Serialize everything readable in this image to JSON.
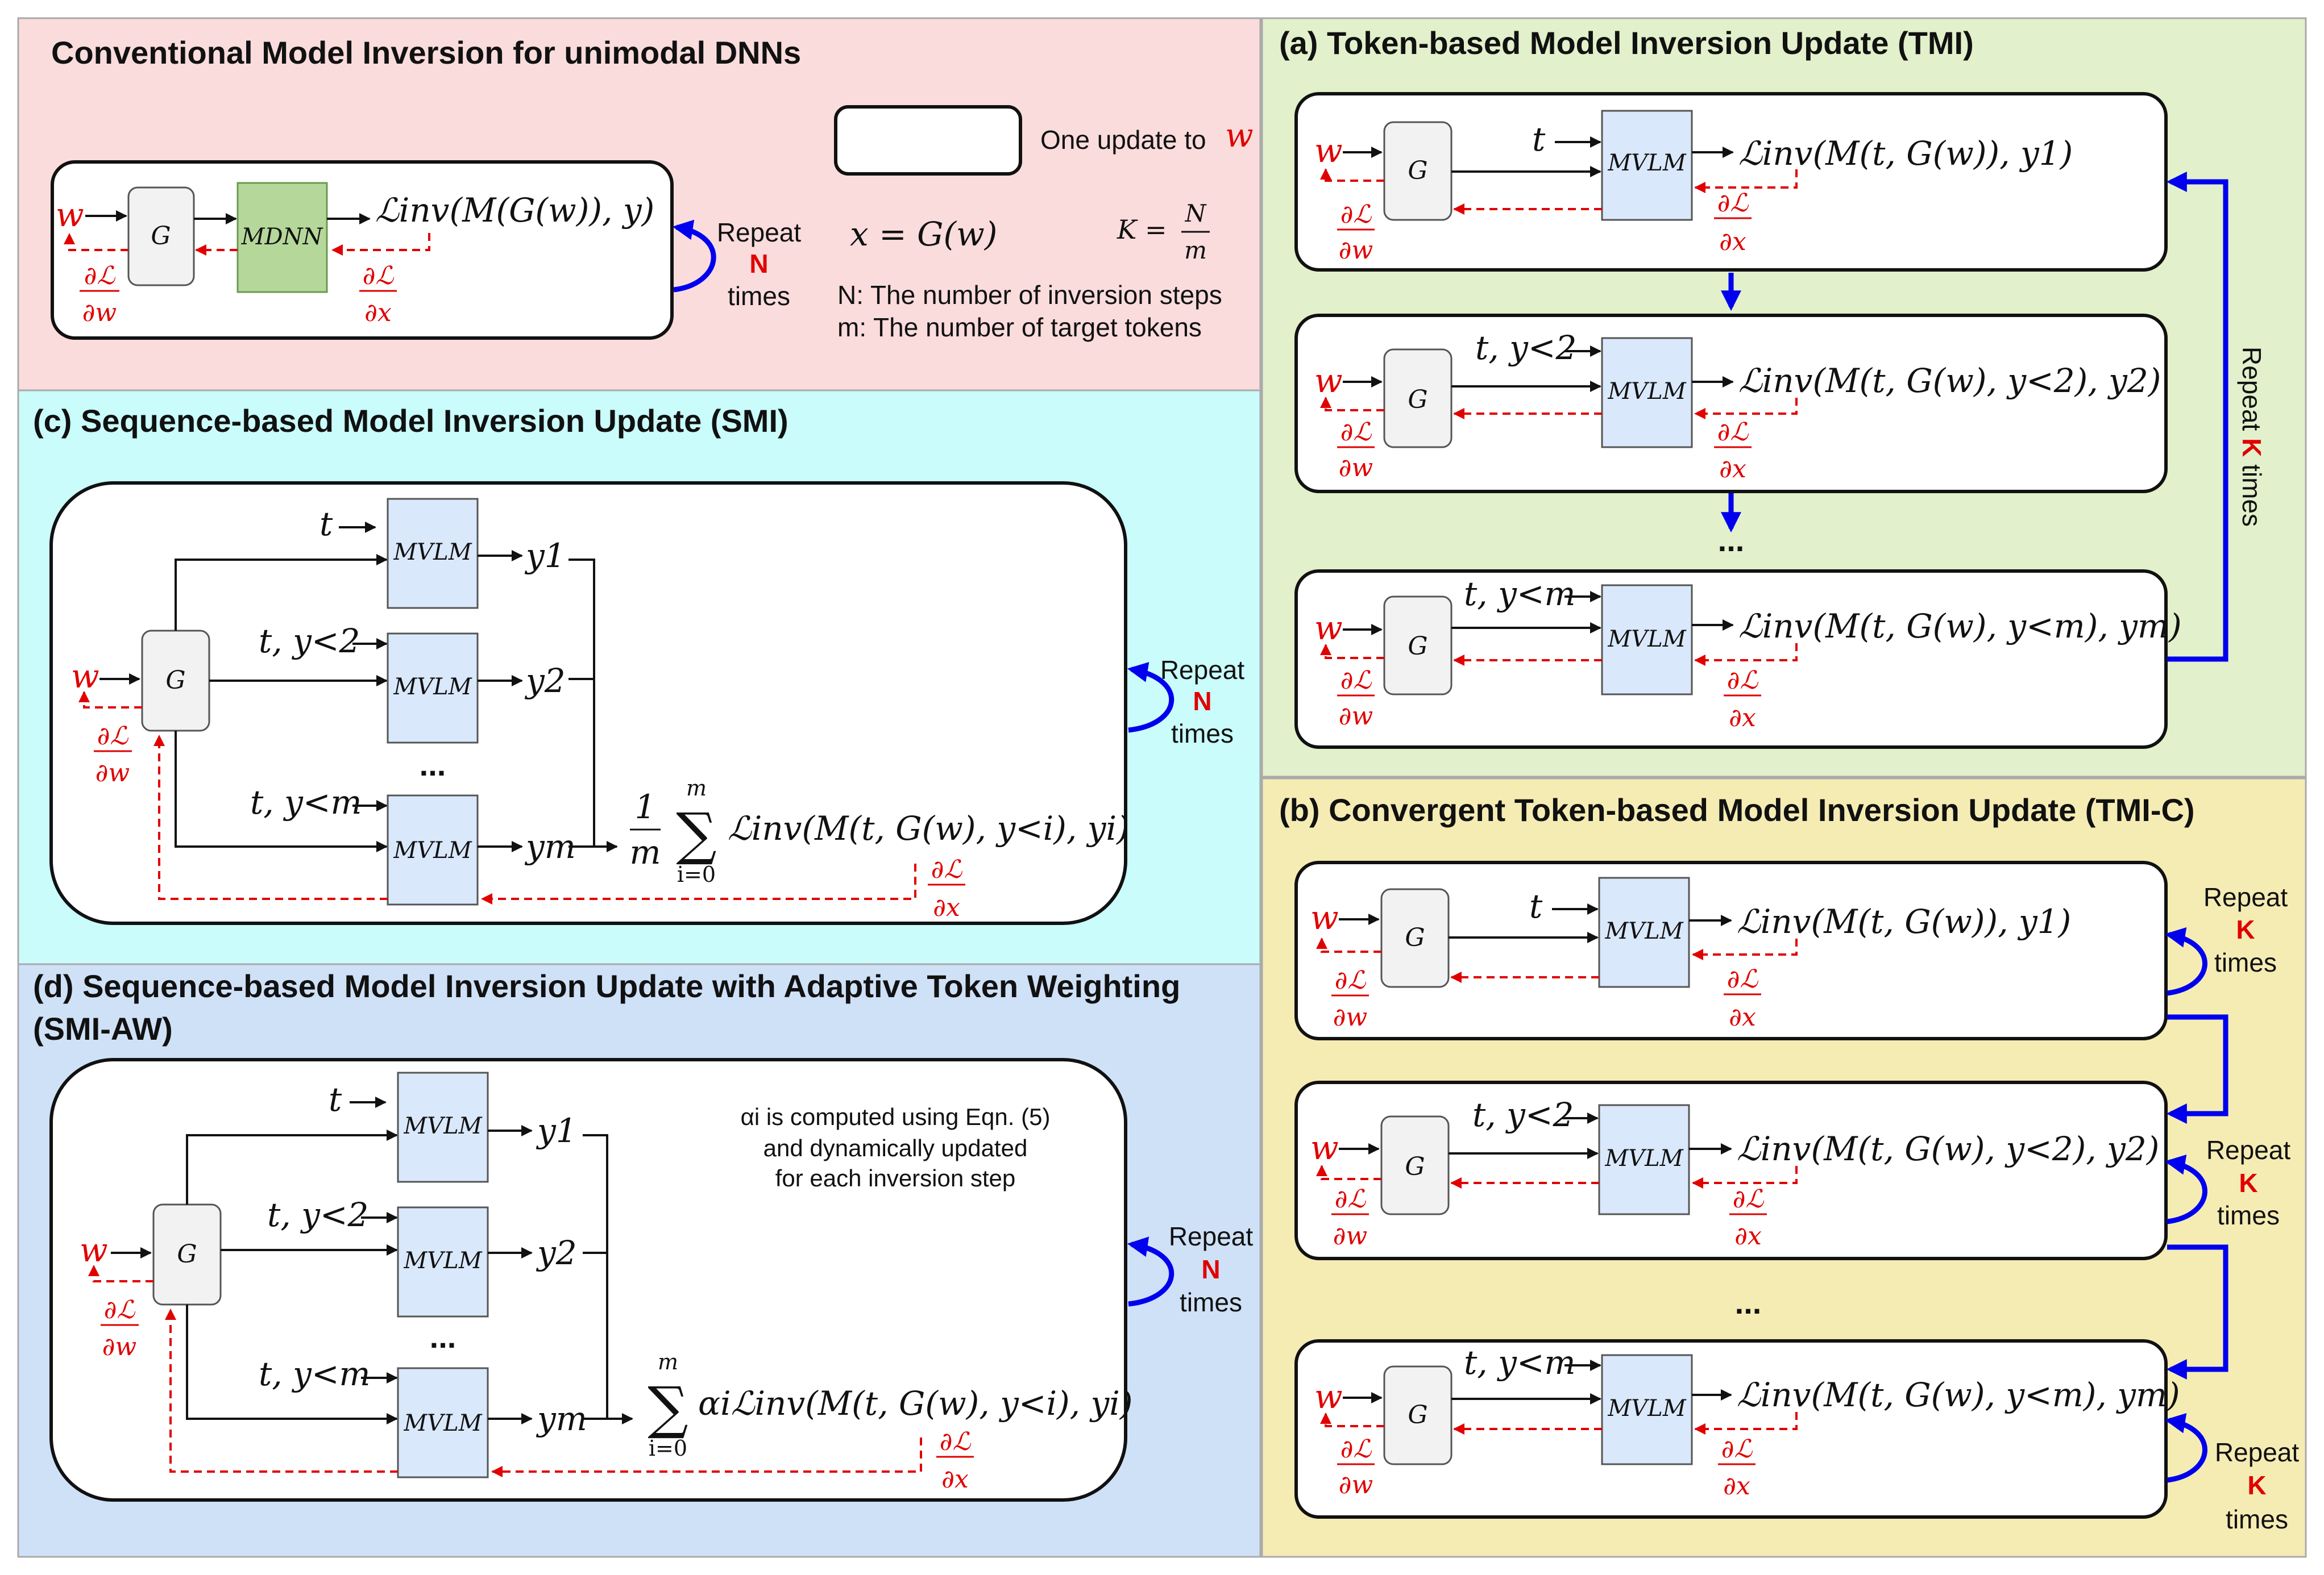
{
  "panels": {
    "conventional": {
      "title": "Conventional Model Inversion for unimodal DNNs",
      "bg": "#fadcdc"
    },
    "tmi": {
      "title": "(a) Token-based Model Inversion Update (TMI)",
      "bg": "#e2f0cb"
    },
    "tmic": {
      "title": "(b) Convergent Token-based Model Inversion Update (TMI-C)",
      "bg": "#f5ecb4"
    },
    "smi": {
      "title": "(c) Sequence-based Model Inversion Update (SMI)",
      "bg": "#c9fcfb"
    },
    "smiaw": {
      "title_line1": "(d) Sequence-based Model Inversion Update with Adaptive Token Weighting",
      "title_line2": "(SMI-AW)",
      "bg": "#cfe1f7"
    }
  },
  "legend": {
    "update_box_label": "One update to",
    "w_symbol": "w",
    "x_def": "x = G(w)",
    "k_lhs": "K =",
    "k_num": "N",
    "k_den": "m",
    "n_def": "N: The number of inversion steps",
    "m_def": "m: The number of target tokens"
  },
  "symbols": {
    "w": "w",
    "G": "G",
    "t": "t",
    "t_ylt2": "t, y<2",
    "t_yltm": "t, y<m",
    "vlm": "MVLM",
    "dnn": "MDNN",
    "grad_w_num": "∂ℒ",
    "grad_w_den": "∂w",
    "grad_x_num": "∂ℒ",
    "grad_x_den": "∂x",
    "dots": "...",
    "y1": "y1",
    "y2": "y2",
    "ym": "ym"
  },
  "losses": {
    "conventional": "ℒinv(M(G(w)), y)",
    "tmi_1": "ℒinv(M(t, G(w)), y1)",
    "tmi_2": "ℒinv(M(t, G(w), y<2), y2)",
    "tmi_m": "ℒinv(M(t, G(w), y<m), ym)",
    "smi_frac_num": "1",
    "smi_frac_den": "m",
    "sum_top": "m",
    "sum_sym": "∑",
    "sum_bottom": "i=0",
    "smi_term": "ℒinv(M(t, G(w), y<i), yi)",
    "smiaw_term": "αiℒinv(M(t, G(w), y<i), yi)"
  },
  "repeat": {
    "word": "Repeat",
    "times": "times",
    "N": "N",
    "K": "K",
    "tmi_vertical_prefix": "Repeat",
    "tmi_vertical_K": "K",
    "tmi_vertical_suffix": "times"
  },
  "annotation_smiaw": {
    "line1": "αi is computed using Eqn. (5)",
    "line2": "and dynamically updated",
    "line3": "for each inversion step"
  },
  "colors": {
    "forward": "#111111",
    "backward": "#e00000",
    "loop": "#0000ee",
    "vlm_fill": "#dae8fc",
    "dnn_fill": "#b5d89a"
  }
}
